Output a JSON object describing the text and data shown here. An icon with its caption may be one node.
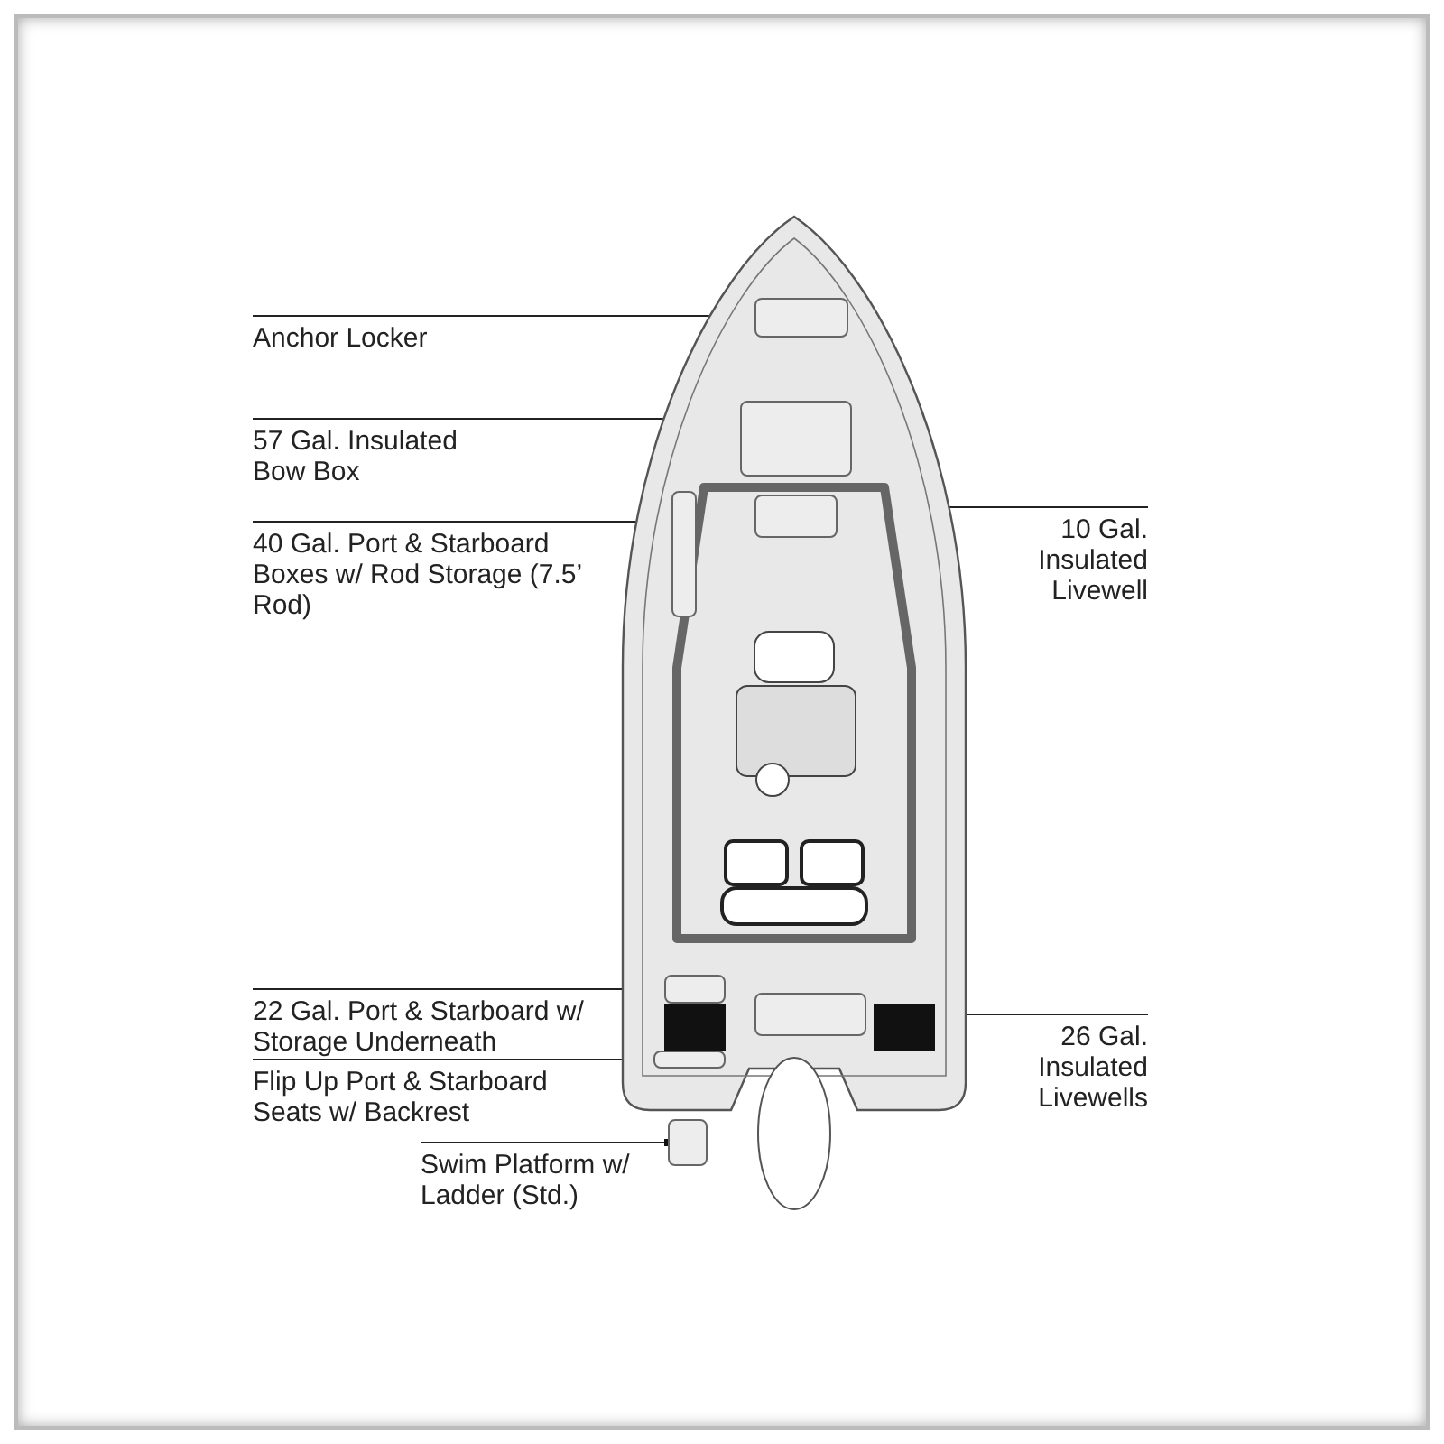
{
  "diagram": {
    "nodes": [
      {
        "text": [
          "Anchor Locker"
        ]
      },
      {
        "text": [
          "57 Gal. Insulated Bow Box"
        ]
      },
      {
        "text": [
          "40 Gal. Port & Starboard Boxes w/ Rod Storage (7.5’ Rod)"
        ]
      },
      {
        "text": [
          "10 Gal. Insulated Livewell"
        ]
      },
      {
        "text": [
          "22 Gal. Port & Starboard w/ Storage Underneath"
        ]
      },
      {
        "text": [
          "Flip Up Port & Starboard Seats w/ Backrest"
        ]
      },
      {
        "text": [
          "26 Gal. Insulated Livewells"
        ]
      },
      {
        "text": [
          "Swim Platform w/ Ladder (Std.)"
        ]
      },
      {
        "text": [],
        "shape": "box"
      },
      {
        "text": [],
        "shape": "box"
      },
      {
        "text": [],
        "shape": "box"
      },
      {
        "text": [],
        "shape": "box"
      },
      {
        "text": [],
        "shape": "box"
      },
      {
        "text": [],
        "shape": "box"
      },
      {
        "text": [],
        "shape": "box"
      },
      {
        "text": [],
        "shape": "box"
      }
    ],
    "edges": [
      {
        "from": 0,
        "to": 8,
        "arrow": "other"
      },
      {
        "from": 1,
        "to": 9,
        "arrow": "other"
      },
      {
        "from": 2,
        "to": 10,
        "arrow": "other"
      },
      {
        "from": 3,
        "to": 11,
        "arrow": "other"
      },
      {
        "from": 4,
        "to": 12,
        "arrow": "other"
      },
      {
        "from": 5,
        "to": 13,
        "arrow": "other"
      },
      {
        "from": 6,
        "to": 14,
        "arrow": "other"
      },
      {
        "from": 7,
        "to": 15,
        "arrow": "other"
      }
    ]
  }
}
